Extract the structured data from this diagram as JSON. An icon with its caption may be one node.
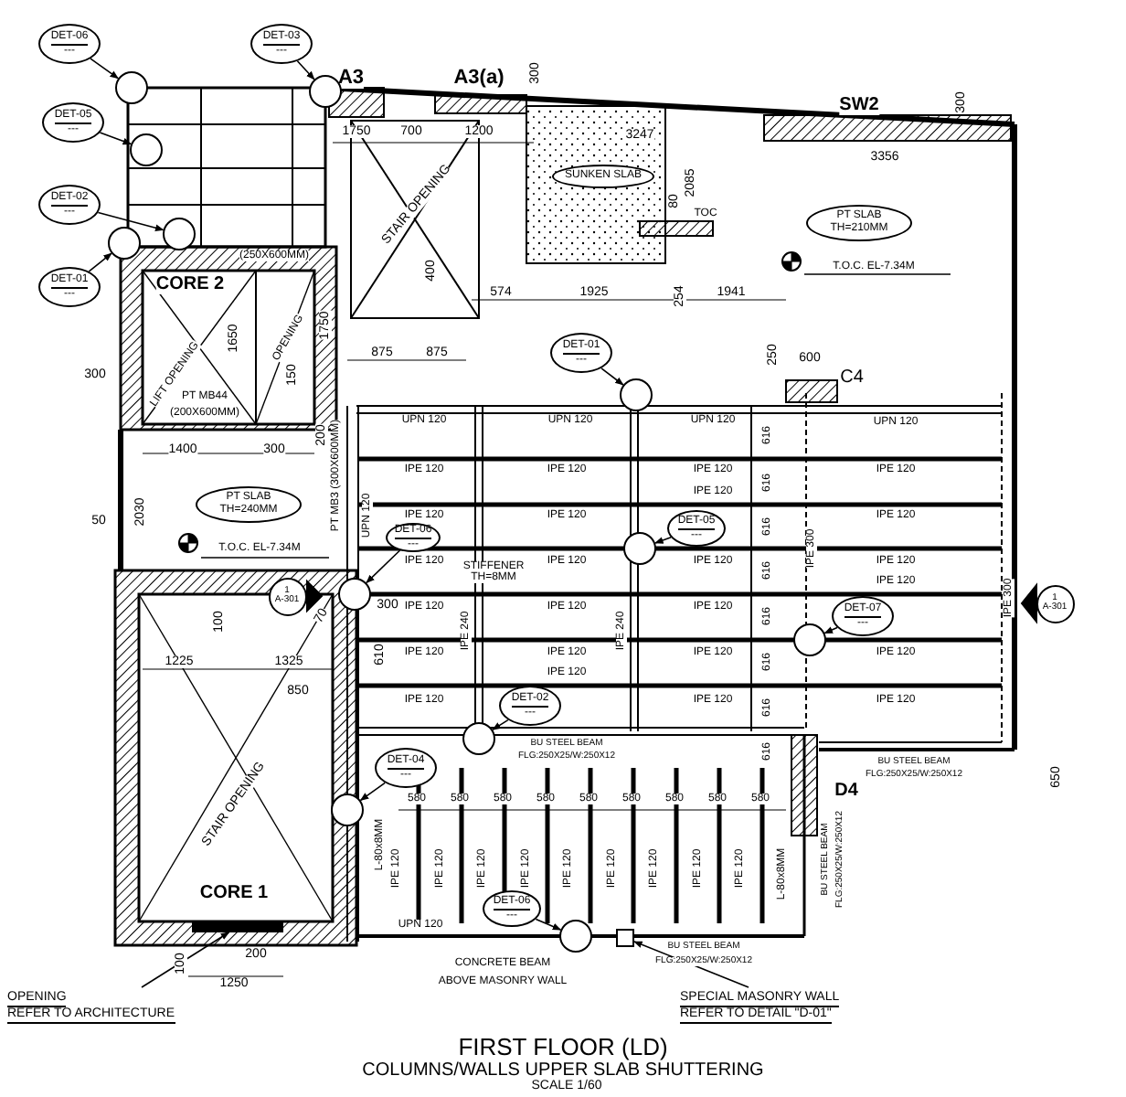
{
  "diagram": {
    "title": "FIRST FLOOR (LD)",
    "caption": "COLUMNS/WALLS UPPER SLAB SHUTTERING",
    "nodes": [
      {
        "text": [
          "DET-06",
          "---"
        ]
      },
      {
        "text": [
          "DET-03",
          "---"
        ]
      },
      {
        "text": [
          "DET-05",
          "---"
        ]
      },
      {
        "text": [
          "DET-02",
          "---"
        ]
      },
      {
        "text": [
          "DET-01",
          "---"
        ]
      },
      {
        "text": [
          "PT SLAB TH=210MM"
        ]
      },
      {
        "text": [
          "SUNKEN SLAB"
        ]
      },
      {
        "text": [
          "DET-01",
          "---"
        ]
      },
      {
        "text": [
          "PT SLAB TH=240MM"
        ]
      },
      {
        "text": [
          "DET-06",
          "---"
        ]
      },
      {
        "text": [
          "DET-05",
          "---"
        ]
      },
      {
        "text": [
          "1",
          "A-301"
        ]
      },
      {
        "text": [
          "1",
          "A-301"
        ]
      },
      {
        "text": [
          "DET-07",
          "---"
        ]
      },
      {
        "text": [
          "DET-02",
          "---"
        ]
      },
      {
        "text": [
          "DET-04",
          "---"
        ]
      },
      {
        "text": [
          "DET-06",
          "---"
        ]
      },
      {
        "text": [
          "OPENING",
          "REFER TO ARCHITECTURE"
        ]
      },
      {
        "text": [
          "SPECIAL MASONRY WALL",
          "REFER TO DETAIL \"D-01\""
        ]
      },
      {
        "text": [],
        "shape": "circle"
      },
      {
        "text": [],
        "shape": "circle"
      },
      {
        "text": [],
        "shape": "circle"
      },
      {
        "text": [],
        "shape": "circle"
      },
      {
        "text": [],
        "shape": "circle"
      },
      {
        "text": [],
        "shape": "circle"
      },
      {
        "text": [],
        "shape": "circle"
      },
      {
        "text": [],
        "shape": "circle"
      },
      {
        "text": [],
        "shape": "circle"
      },
      {
        "text": [],
        "shape": "circle"
      },
      {
        "text": [],
        "shape": "circle"
      },
      {
        "text": [],
        "shape": "circle"
      },
      {
        "text": [],
        "shape": "bar"
      },
      {
        "text": [],
        "shape": "box"
      }
    ],
    "edges": [
      {
        "from": 0,
        "to": 19,
        "arrow": "to"
      },
      {
        "from": 1,
        "to": 20,
        "arrow": "to"
      },
      {
        "from": 2,
        "to": 21,
        "arrow": "to"
      },
      {
        "from": 3,
        "to": 22,
        "arrow": "to"
      },
      {
        "from": 4,
        "to": 23,
        "arrow": "to"
      },
      {
        "from": 7,
        "to": 24,
        "arrow": "to"
      },
      {
        "from": 9,
        "to": 26,
        "arrow": "to"
      },
      {
        "from": 10,
        "to": 25,
        "arrow": "to"
      },
      {
        "from": 13,
        "to": 27,
        "arrow": "to"
      },
      {
        "from": 14,
        "to": 28,
        "arrow": "to"
      },
      {
        "from": 15,
        "to": 29,
        "arrow": "to"
      },
      {
        "from": 16,
        "to": 30,
        "arrow": "to"
      },
      {
        "from": 17,
        "to": 31,
        "arrow": "to"
      },
      {
        "from": 18,
        "to": 32,
        "arrow": "to"
      }
    ],
    "labels": [
      "A3",
      "A3(a)",
      "300",
      "SW2",
      "300",
      "1750",
      "700",
      "1200",
      "3247",
      "3356",
      "2085",
      "80",
      "TOC",
      "STAIR OPENING",
      "(250X600MM)",
      "CORE 2",
      "400",
      "574",
      "1925",
      "254",
      "1941",
      "T.O.C. EL-7.34M",
      "1650",
      "LIFT OPENING",
      "OPENING",
      "1750",
      "875",
      "875",
      "250",
      "600",
      "C4",
      "150",
      "300",
      "PT MB44",
      "(200X600MM)",
      "PT MB3 (300X600MM)",
      "1400",
      "300",
      "200",
      "2030",
      "50",
      "T.O.C. EL-7.34M",
      "UPN 120",
      "STIFFENER TH=8MM",
      "IPE 240",
      "IPE 240",
      "IPE 300",
      "IPE 300",
      "100",
      "300",
      "70",
      "1225",
      "1325",
      "610",
      "850",
      "UPN 120",
      "UPN 120",
      "UPN 120",
      "UPN 120",
      "IPE 120",
      "IPE 120",
      "IPE 120",
      "IPE 120",
      "IPE 120",
      "IPE 120",
      "IPE 120",
      "IPE 120",
      "IPE 120",
      "IPE 120",
      "IPE 120",
      "IPE 120",
      "IPE 120",
      "IPE 120",
      "IPE 120",
      "IPE 120",
      "IPE 120",
      "IPE 120",
      "IPE 120",
      "IPE 120",
      "IPE 120",
      "IPE 120",
      "IPE 120",
      "IPE 120",
      "616",
      "616",
      "616",
      "616",
      "616",
      "616",
      "616",
      "616",
      "BU STEEL BEAM",
      "FLG:250X25/W:250X12",
      "BU STEEL BEAM",
      "FLG:250X25/W:250X12",
      "650",
      "D4",
      "L-80x8MM",
      "L-80x8MM",
      "580",
      "580",
      "580",
      "580",
      "580",
      "580",
      "580",
      "580",
      "580",
      "IPE 120",
      "IPE 120",
      "IPE 120",
      "IPE 120",
      "IPE 120",
      "IPE 120",
      "IPE 120",
      "IPE 120",
      "IPE 120",
      "STAIR OPENING",
      "CORE 1",
      "UPN 120",
      "100",
      "200",
      "1250",
      "CONCRETE BEAM",
      "ABOVE MASONRY WALL",
      "BU STEEL BEAM",
      "FLG:250X25/W:250X12",
      "BU STEEL BEAM",
      "FLG:250X25/W:250X12",
      "SCALE 1/60"
    ]
  }
}
